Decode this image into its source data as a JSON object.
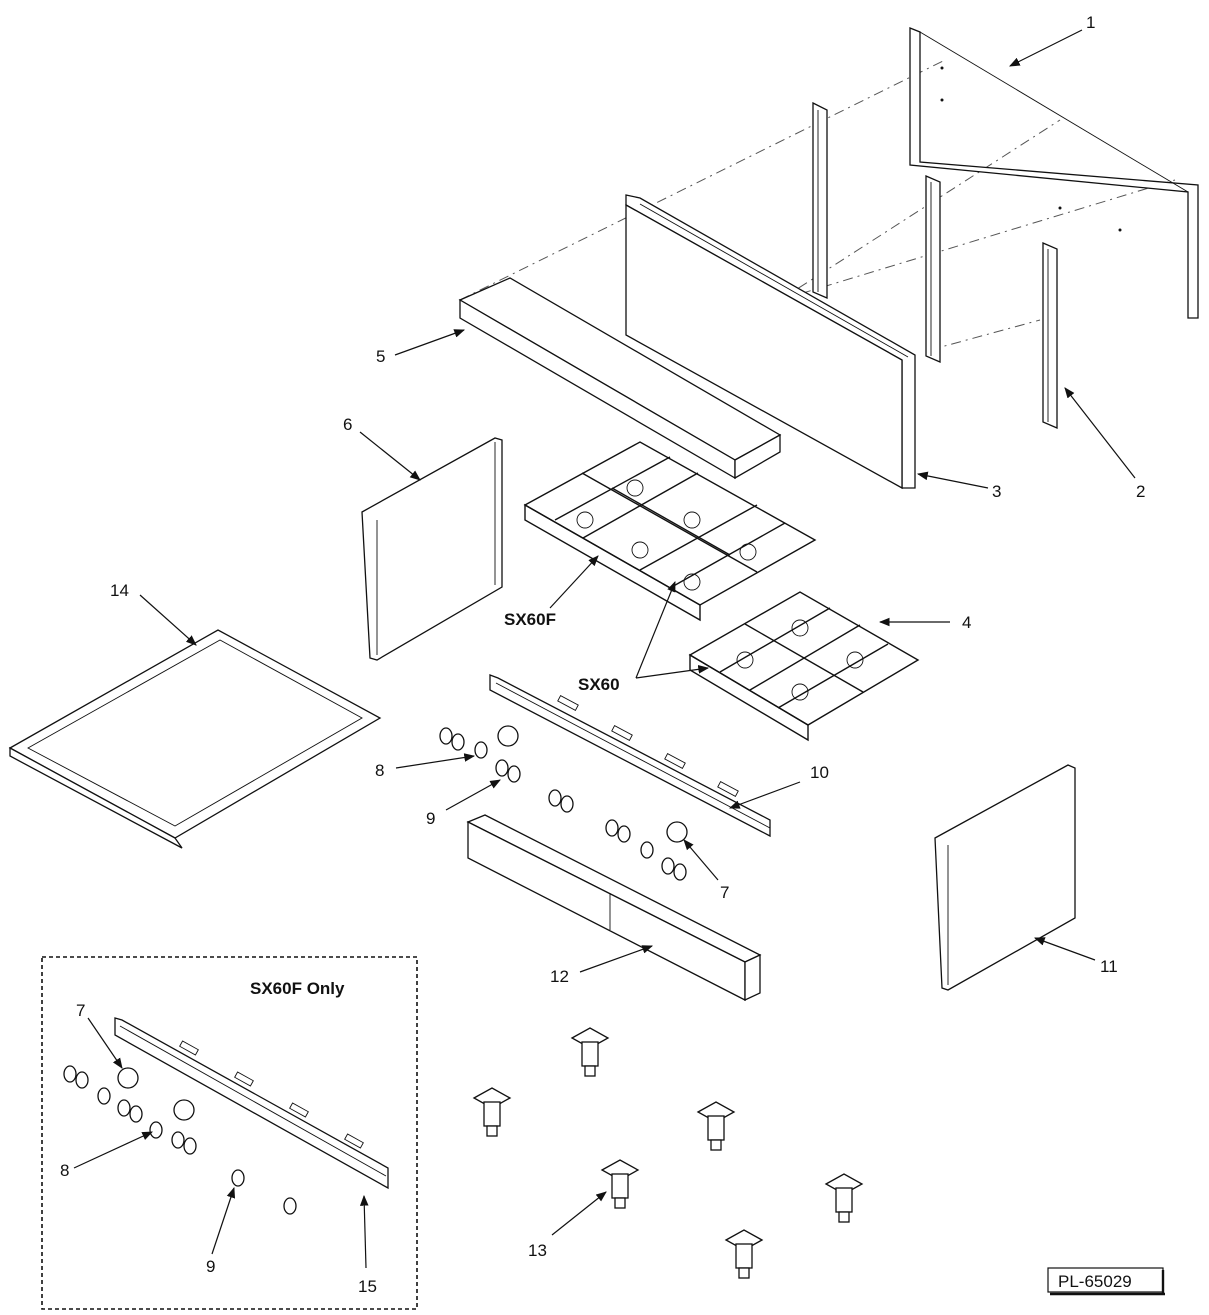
{
  "diagram": {
    "callouts": [
      "1",
      "2",
      "3",
      "4",
      "5",
      "6",
      "7",
      "7",
      "8",
      "9",
      "10",
      "11",
      "12",
      "13",
      "14"
    ],
    "model_labels": {
      "sx60f": "SX60F",
      "sx60": "SX60"
    },
    "inset": {
      "title": "SX60F Only",
      "callouts": [
        "7",
        "8",
        "9",
        "15"
      ]
    },
    "drawing_number": "PL-65029",
    "colors": {
      "ink": "#111111",
      "background": "#ffffff"
    }
  }
}
